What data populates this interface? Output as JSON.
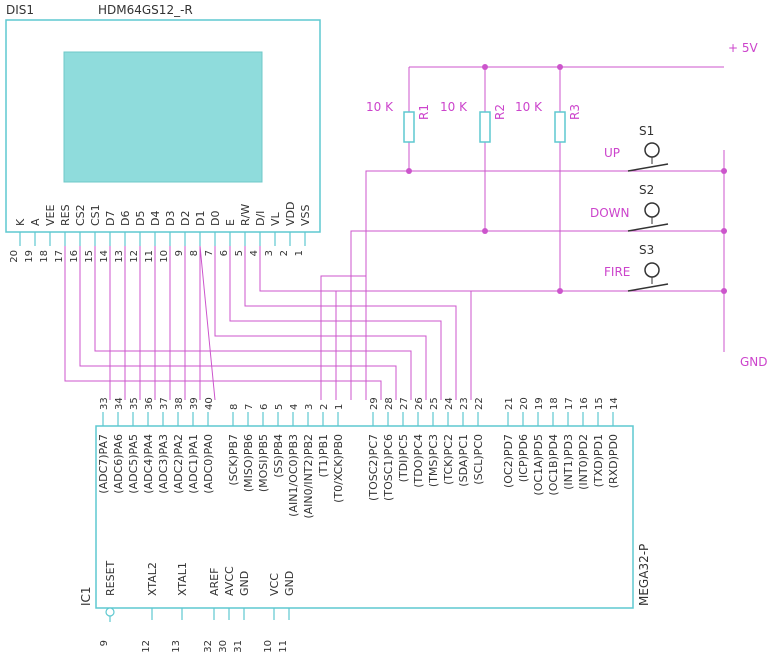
{
  "colors": {
    "wire": "#cc55cc",
    "body": "#5ec8d0",
    "text": "#333333",
    "label": "#cc44cc",
    "lcd": "#8fdcdc"
  },
  "display": {
    "ref": "DIS1",
    "part": "HDM64GS12_-R",
    "pins": [
      {
        "num": "20",
        "name": "K"
      },
      {
        "num": "19",
        "name": "A"
      },
      {
        "num": "18",
        "name": "VEE"
      },
      {
        "num": "17",
        "name": "RES"
      },
      {
        "num": "16",
        "name": "CS2"
      },
      {
        "num": "15",
        "name": "CS1"
      },
      {
        "num": "14",
        "name": "D7"
      },
      {
        "num": "13",
        "name": "D6"
      },
      {
        "num": "12",
        "name": "D5"
      },
      {
        "num": "11",
        "name": "D4"
      },
      {
        "num": "10",
        "name": "D3"
      },
      {
        "num": "9",
        "name": "D2"
      },
      {
        "num": "8",
        "name": "D1"
      },
      {
        "num": "7",
        "name": "D0"
      },
      {
        "num": "6",
        "name": "E"
      },
      {
        "num": "5",
        "name": "R/W"
      },
      {
        "num": "4",
        "name": "D/I"
      },
      {
        "num": "3",
        "name": "VL"
      },
      {
        "num": "2",
        "name": "VDD"
      },
      {
        "num": "1",
        "name": "VSS"
      }
    ]
  },
  "mcu": {
    "ref": "IC1",
    "part": "MEGA32-P",
    "top_pins": [
      {
        "num": "33",
        "name": "(ADC7)PA7"
      },
      {
        "num": "34",
        "name": "(ADC6)PA6"
      },
      {
        "num": "35",
        "name": "(ADC5)PA5"
      },
      {
        "num": "36",
        "name": "(ADC4)PA4"
      },
      {
        "num": "37",
        "name": "(ADC3)PA3"
      },
      {
        "num": "38",
        "name": "(ADC2)PA2"
      },
      {
        "num": "39",
        "name": "(ADC1)PA1"
      },
      {
        "num": "40",
        "name": "(ADC0)PA0"
      },
      {
        "num": "8",
        "name": "(SCK)PB7"
      },
      {
        "num": "7",
        "name": "(MISO)PB6"
      },
      {
        "num": "6",
        "name": "(MOSI)PB5"
      },
      {
        "num": "5",
        "name": "(SS)PB4"
      },
      {
        "num": "4",
        "name": "(AIN1/OC0)PB3"
      },
      {
        "num": "3",
        "name": "(AIN0/INT2)PB2"
      },
      {
        "num": "2",
        "name": "(T1)PB1"
      },
      {
        "num": "1",
        "name": "(T0/XCK)PB0"
      },
      {
        "num": "29",
        "name": "(TOSC2)PC7"
      },
      {
        "num": "28",
        "name": "(TOSC1)PC6"
      },
      {
        "num": "27",
        "name": "(TDI)PC5"
      },
      {
        "num": "26",
        "name": "(TDO)PC4"
      },
      {
        "num": "25",
        "name": "(TMS)PC3"
      },
      {
        "num": "24",
        "name": "(TCK)PC2"
      },
      {
        "num": "23",
        "name": "(SDA)PC1"
      },
      {
        "num": "22",
        "name": "(SCL)PC0"
      },
      {
        "num": "21",
        "name": "(OC2)PD7"
      },
      {
        "num": "20",
        "name": "(ICP)PD6"
      },
      {
        "num": "19",
        "name": "(OC1A)PD5"
      },
      {
        "num": "18",
        "name": "(OC1B)PD4"
      },
      {
        "num": "17",
        "name": "(INT1)PD3"
      },
      {
        "num": "16",
        "name": "(INT0)PD2"
      },
      {
        "num": "15",
        "name": "(TXD)PD1"
      },
      {
        "num": "14",
        "name": "(RXD)PD0"
      }
    ],
    "bottom_pins": [
      {
        "num": "9",
        "name": "RESET"
      },
      {
        "num": "12",
        "name": "XTAL2"
      },
      {
        "num": "13",
        "name": "XTAL1"
      },
      {
        "num": "32",
        "name": "AREF"
      },
      {
        "num": "30",
        "name": "AVCC"
      },
      {
        "num": "31",
        "name": "GND"
      },
      {
        "num": "10",
        "name": "VCC"
      },
      {
        "num": "11",
        "name": "GND"
      }
    ]
  },
  "resistors": [
    {
      "ref": "R1",
      "value": "10 K"
    },
    {
      "ref": "R2",
      "value": "10 K"
    },
    {
      "ref": "R3",
      "value": "10 K"
    }
  ],
  "switches": [
    {
      "ref": "S1",
      "label": "UP"
    },
    {
      "ref": "S2",
      "label": "DOWN"
    },
    {
      "ref": "S3",
      "label": "FIRE"
    }
  ],
  "power": {
    "vcc": "+ 5V",
    "gnd": "GND"
  }
}
